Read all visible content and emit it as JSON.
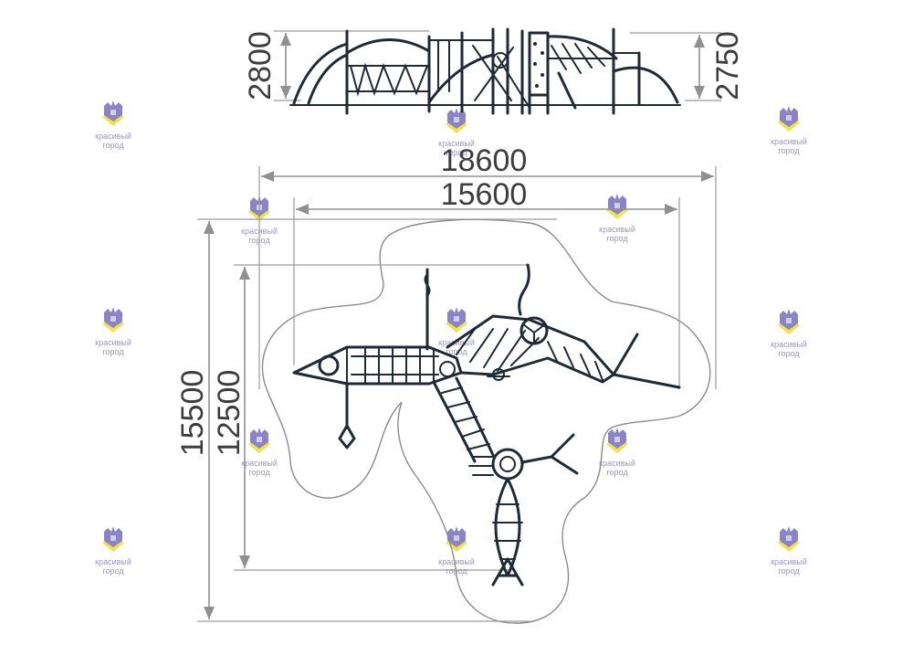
{
  "dimensions": {
    "side_left_height": "2800",
    "side_right_height": "2750",
    "overall_width": "18600",
    "inner_width": "15600",
    "overall_depth": "15500",
    "inner_depth": "12500"
  },
  "watermark": {
    "brand_line1": "красивый",
    "brand_line2": "город"
  },
  "colors": {
    "structure": "#1f2a36",
    "dimension": "#909090",
    "zone": "#8a8a8a",
    "logo_purple": "#8b84c4",
    "logo_yellow": "#f2e24a"
  }
}
